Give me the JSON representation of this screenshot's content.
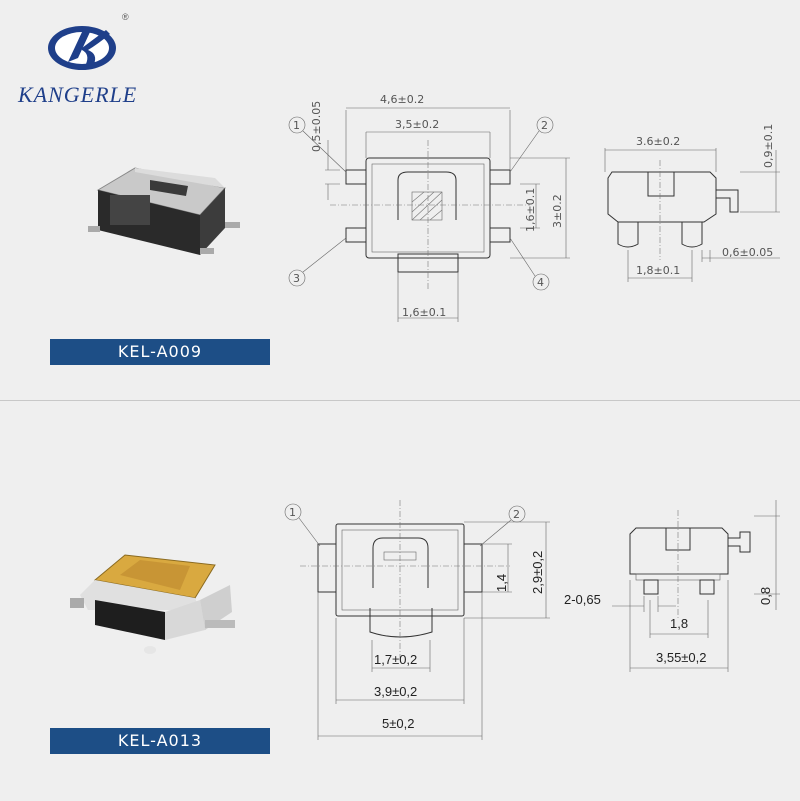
{
  "brand": {
    "name": "KANGERLE",
    "reg_mark": "®"
  },
  "colors": {
    "accent": "#1d4e86",
    "brand": "#1f3f8a"
  },
  "products": [
    {
      "model": "KEL-A009",
      "dims": {
        "total_width": "4,6±0.2",
        "body_width": "3,5±0.2",
        "pin_offset": "0,5±0.05",
        "height": "3±0.2",
        "pin_pitch": "1,6±0.1",
        "base_width": "1,6±0.1",
        "side_length": "3.6±0.2",
        "side_height": "0,9±0.1",
        "side_pitch": "1,8±0.1",
        "side_pin": "0,6±0.05"
      },
      "callouts": [
        "1",
        "2",
        "3",
        "4"
      ]
    },
    {
      "model": "KEL-A013",
      "dims": {
        "inner_height": "1,4",
        "total_height": "2,9±0,2",
        "base_width": "1,7±0,2",
        "body_width": "3,9±0,2",
        "total_width": "5±0,2",
        "pin_spacing": "2-0,65",
        "side_pitch": "1,8",
        "side_length": "3,55±0,2",
        "side_height": "0,8"
      },
      "callouts": [
        "1",
        "2"
      ]
    }
  ]
}
